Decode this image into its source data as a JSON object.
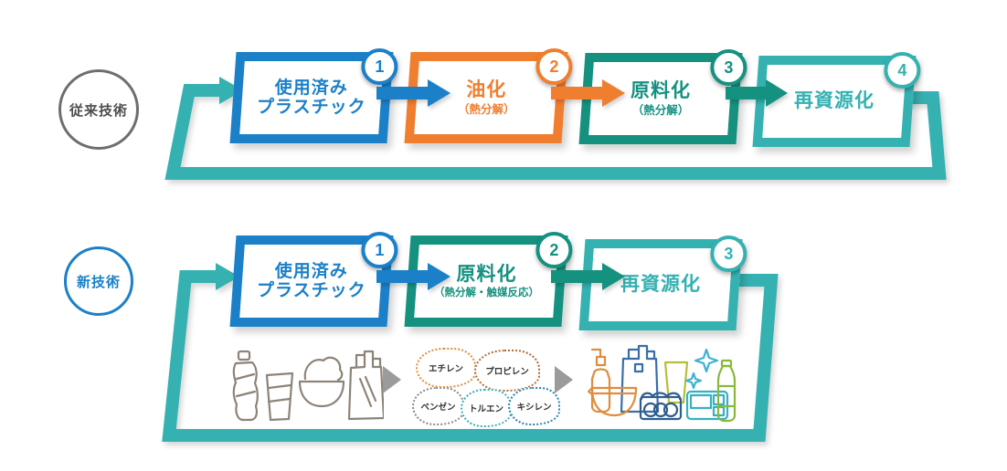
{
  "colors": {
    "blue": "#1b80c8",
    "orange": "#ef7e2e",
    "teal_dark": "#15917f",
    "teal_light": "#35b1b1",
    "label_gray": "#6e6e6e",
    "arrow_gray": "#9b9b9b"
  },
  "legacy": {
    "label": "従来技術",
    "steps": [
      {
        "num": "1",
        "title": "使用済み\nプラスチック",
        "color": "blue"
      },
      {
        "num": "2",
        "title": "油化",
        "sub": "（熱分解）",
        "color": "orange"
      },
      {
        "num": "3",
        "title": "原料化",
        "sub": "（熱分解）",
        "color": "teal_dark"
      },
      {
        "num": "4",
        "title": "再資源化",
        "color": "teal_light"
      }
    ]
  },
  "modern": {
    "label": "新技術",
    "steps": [
      {
        "num": "1",
        "title": "使用済み\nプラスチック",
        "color": "blue"
      },
      {
        "num": "2",
        "title": "原料化",
        "sub": "（熱分解・触媒反応）",
        "color": "teal_dark"
      },
      {
        "num": "3",
        "title": "再資源化",
        "color": "teal_light"
      }
    ],
    "chemicals": [
      "エチレン",
      "プロピレン",
      "ベンゼン",
      "トルエン",
      "キシレン"
    ],
    "waste_icons": [
      "crushed-bottle-icon",
      "crushed-cup-icon",
      "bowl-with-film-icon",
      "plastic-bag-icon"
    ],
    "product_icons": [
      "pump-bottle-icon",
      "shopping-bag-icon",
      "cup-icon",
      "sparkle-icon",
      "mixing-bowl-icon",
      "egg-carton-icon",
      "bento-box-icon",
      "pet-bottle-icon"
    ],
    "flow_arrow_icon": "arrow-right-icon"
  }
}
